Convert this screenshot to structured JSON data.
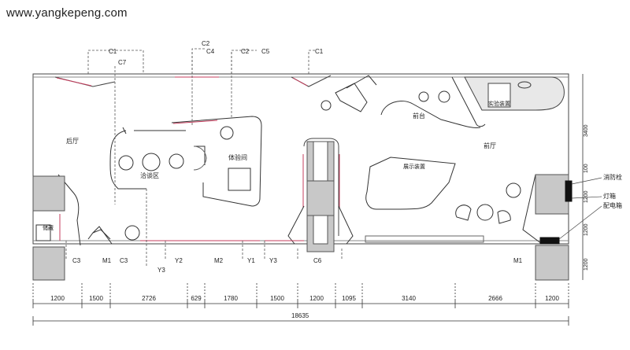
{
  "site": {
    "watermark": "www.yangkepeng.com"
  },
  "rooms": {
    "rear_hall": "后厅",
    "front_hall": "前厅",
    "negotiation": "洽谈区",
    "experience": "体验间",
    "reception": "前台",
    "experiment": "实验装置",
    "display": "展示装置",
    "storage": "储藏"
  },
  "equipment": {
    "fire_hydrant": "消防栓",
    "light_box": "灯箱",
    "electric_box": "配电箱"
  },
  "section_marks": {
    "c1_left": "C1",
    "c7": "C7",
    "c2_top": "C2",
    "c4": "C4",
    "c2_mid": "C2",
    "c5": "C5",
    "c1_right": "C1",
    "c3_left": "C3",
    "m1_left": "M1",
    "c3_mid": "C3",
    "y3_left": "Y3",
    "y2": "Y2",
    "m2": "M2",
    "y1": "Y1",
    "y3_right": "Y3",
    "c6": "C6",
    "m1_right": "M1"
  },
  "bottom_dimensions": [
    "1200",
    "1500",
    "2726",
    "629",
    "1780",
    "1500",
    "1200",
    "1095",
    "3140",
    "2666",
    "1200"
  ],
  "total_width": "18635",
  "right_dimensions": {
    "top": "3400",
    "small": "100",
    "d1": "1200",
    "d2": "1200",
    "d3": "1200"
  }
}
